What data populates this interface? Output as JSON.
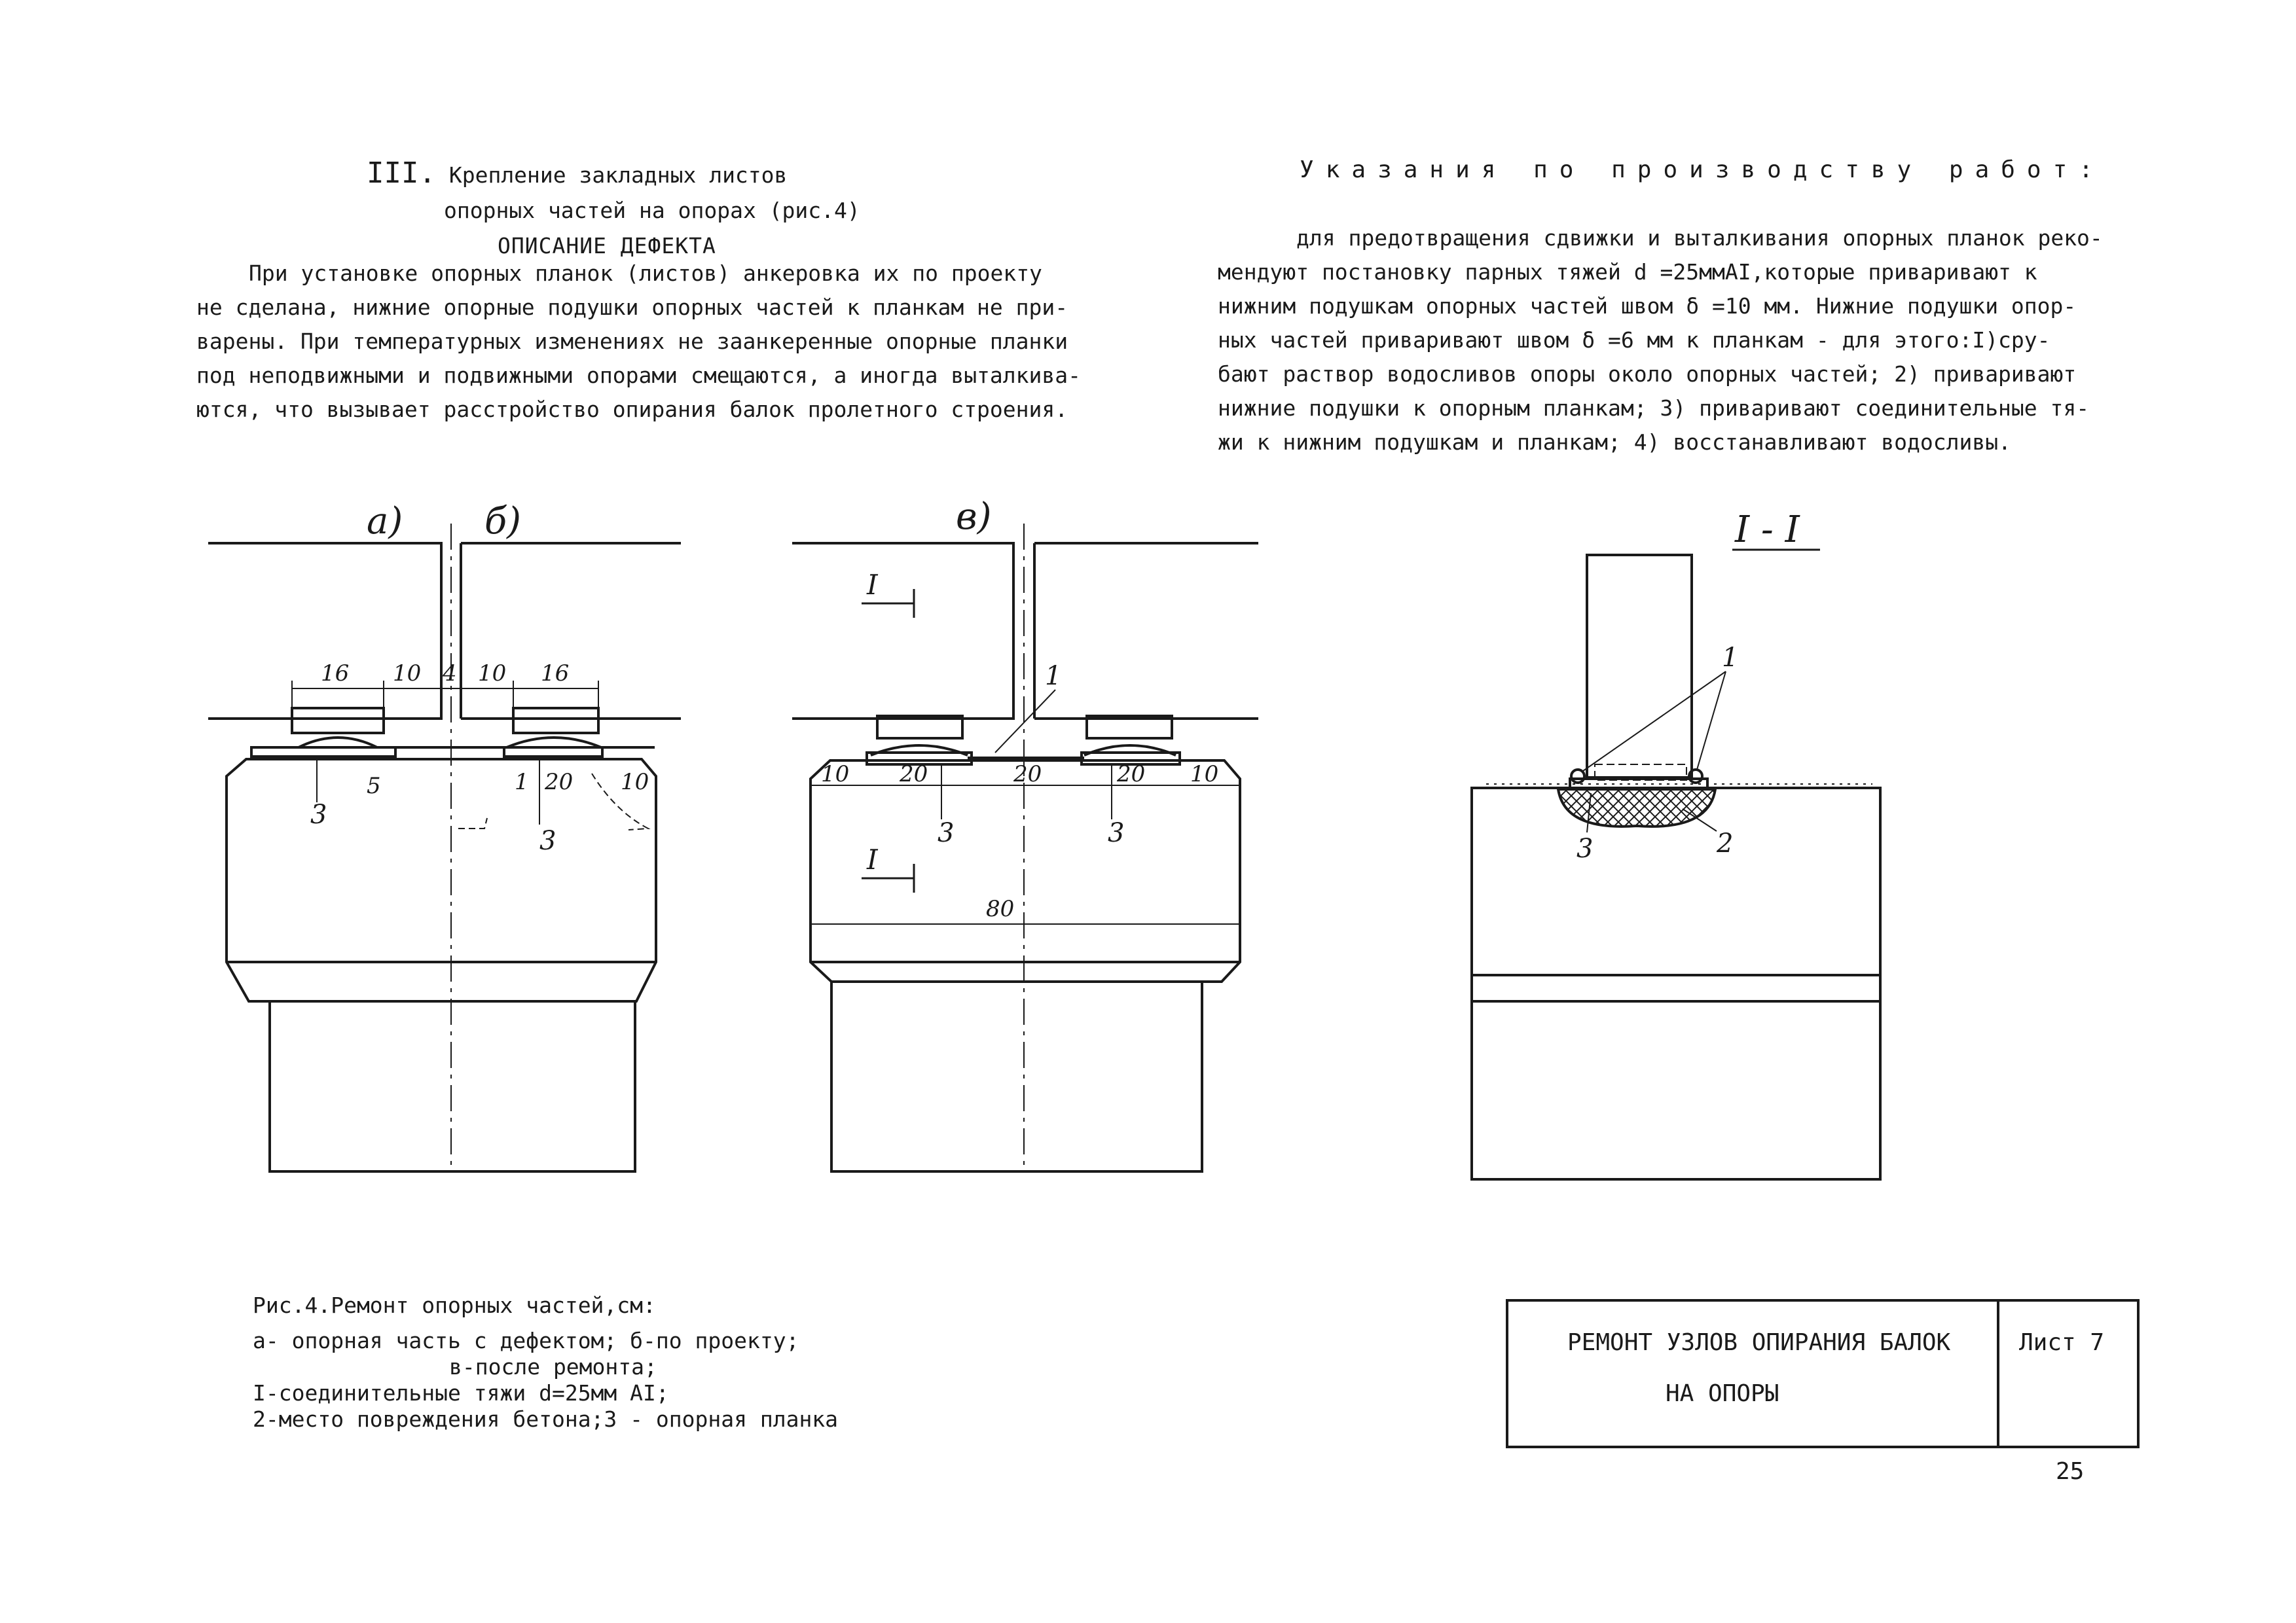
{
  "section": {
    "number": "III.",
    "title_line1": "Крепление закладных листов",
    "title_line2": "опорных частей на опорах (рис.4)",
    "subtitle": "ОПИСАНИЕ ДЕФЕКТА",
    "body_lines": [
      "При установке опорных планок (листов) анкеровка их по проекту",
      "не сделана, нижние опорные подушки опорных частей к планкам не при-",
      "варены. При температурных изменениях не заанкеренные опорные планки",
      "под неподвижными и подвижными опорами смещаются, а иногда выталкива-",
      "ются, что вызывает расстройство опирания балок пролетного строения."
    ]
  },
  "instructions": {
    "title": "Указания по производству работ:",
    "body_lines": [
      "для предотвращения сдвижки и выталкивания опорных планок реко-",
      "мендуют постановку парных тяжей d =25ммAI,которые приваривают к",
      "нижним подушкам опорных частей швом δ =10 мм. Нижние подушки опор-",
      "ных частей приваривают швом δ =6 мм к планкам - для этого:I)сру-",
      "бают раствор водосливов опоры около опорных частей; 2) приваривают",
      "нижние подушки к опорным планкам; 3) приваривают соединительные тя-",
      "жи к нижним подушкам и планкам; 4) восстанавливают водосливы."
    ]
  },
  "figure": {
    "label_a": "а)",
    "label_b": "б)",
    "label_v": "в)",
    "label_section": "I - I",
    "dims_ab": [
      "16",
      "10",
      "4",
      "10",
      "16",
      "5",
      "20",
      "10",
      "1"
    ],
    "dims_v": [
      "10",
      "20",
      "20",
      "20",
      "10",
      "80"
    ],
    "section_marks": [
      "I",
      "I"
    ],
    "callouts": [
      "1",
      "2",
      "3"
    ]
  },
  "caption": {
    "lines": [
      "Рис.4.Ремонт опорных частей,см:",
      "а- опорная часть с дефектом; б-по проекту;",
      "в-после ремонта;",
      "I-соединительные тяжи d=25мм AI;",
      "2-место повреждения бетона;3 - опорная планка"
    ]
  },
  "stamp": {
    "title_line1": "РЕМОНТ УЗЛОВ ОПИРАНИЯ БАЛОК",
    "title_line2": "НА ОПОРЫ",
    "sheet": "Лист 7"
  },
  "page_number": "25"
}
